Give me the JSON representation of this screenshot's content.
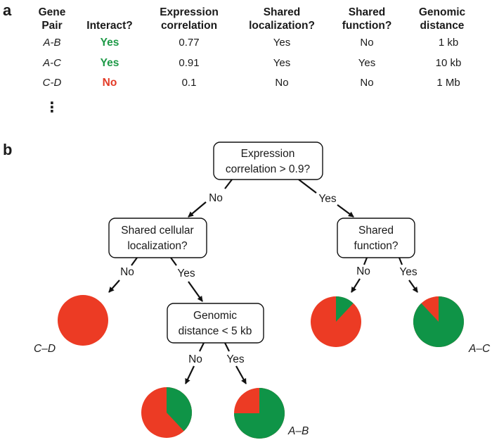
{
  "panel_a": {
    "label": "a",
    "headers": [
      {
        "line1": "Gene",
        "line2": "Pair"
      },
      {
        "line1": "",
        "line2": "Interact?"
      },
      {
        "line1": "Expression",
        "line2": "correlation"
      },
      {
        "line1": "Shared",
        "line2": "localization?"
      },
      {
        "line1": "Shared",
        "line2": "function?"
      },
      {
        "line1": "Genomic",
        "line2": "distance"
      }
    ],
    "rows": [
      {
        "pair": "A-B",
        "interact": "Yes",
        "correlation": "0.77",
        "localization": "Yes",
        "function": "No",
        "distance": "1 kb"
      },
      {
        "pair": "A-C",
        "interact": "Yes",
        "correlation": "0.91",
        "localization": "Yes",
        "function": "Yes",
        "distance": "10 kb"
      },
      {
        "pair": "C-D",
        "interact": "No",
        "correlation": "0.1",
        "localization": "No",
        "function": "No",
        "distance": "1 Mb"
      }
    ],
    "ellipsis": "⋮"
  },
  "panel_b": {
    "label": "b",
    "nodes": {
      "root": {
        "line1": "Expression",
        "line2": "correlation > 0.9?"
      },
      "localization": {
        "line1": "Shared cellular",
        "line2": "localization?"
      },
      "function": {
        "line1": "Shared",
        "line2": "function?"
      },
      "distance": {
        "line1": "Genomic",
        "line2": "distance < 5 kb"
      }
    },
    "branch_labels": {
      "root_no": "No",
      "root_yes": "Yes",
      "loc_no": "No",
      "loc_yes": "Yes",
      "func_no": "No",
      "func_yes": "Yes",
      "dist_no": "No",
      "dist_yes": "Yes"
    },
    "leaves": {
      "cd": {
        "label": "C–D",
        "green_fraction": 0.0
      },
      "func_no": {
        "label": "",
        "green_fraction": 0.12
      },
      "ac": {
        "label": "A–C",
        "green_fraction": 0.88
      },
      "dist_no": {
        "label": "",
        "green_fraction": 0.38
      },
      "ab": {
        "label": "A–B",
        "green_fraction": 0.75
      }
    },
    "colors": {
      "green": "#0f9447",
      "red": "#ec3b24",
      "yes_text": "#1f9a48",
      "no_text": "#e33a26"
    }
  }
}
